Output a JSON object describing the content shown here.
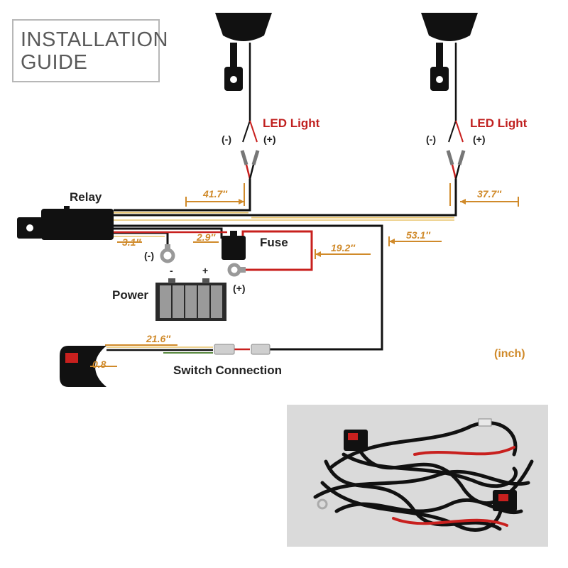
{
  "title": {
    "line1": "INSTALLATION",
    "line2": "GUIDE"
  },
  "labels": {
    "led_light_left": "LED Light",
    "led_light_right": "LED Light",
    "relay": "Relay",
    "fuse": "Fuse",
    "power": "Power",
    "switch_connection": "Switch Connection",
    "unit": "(inch)"
  },
  "polarity": {
    "left_neg": "(-)",
    "left_pos": "(+)",
    "right_neg": "(-)",
    "right_pos": "(+)",
    "ground_neg": "(-)",
    "power_pos": "(+)",
    "battery_neg": "-",
    "battery_pos": "+"
  },
  "dimensions": {
    "d41_7": "41.7″",
    "d37_7": "37.7″",
    "d53_1": "53.1″",
    "d19_2": "19.2″",
    "d3_1": "3.1″",
    "d2_9": "2.9″",
    "d21_6": "21.6″",
    "d0_8": "0.8"
  },
  "colors": {
    "wire_black": "#111111",
    "wire_red": "#c8201e",
    "wire_yellow": "#e8c36a",
    "dimension": "#d08a2a",
    "label_red": "#c0201f"
  },
  "icons": [
    "led-light-icon",
    "relay-icon",
    "fuse-icon",
    "battery-icon",
    "switch-icon",
    "ring-terminal-icon",
    "connector-icon"
  ]
}
